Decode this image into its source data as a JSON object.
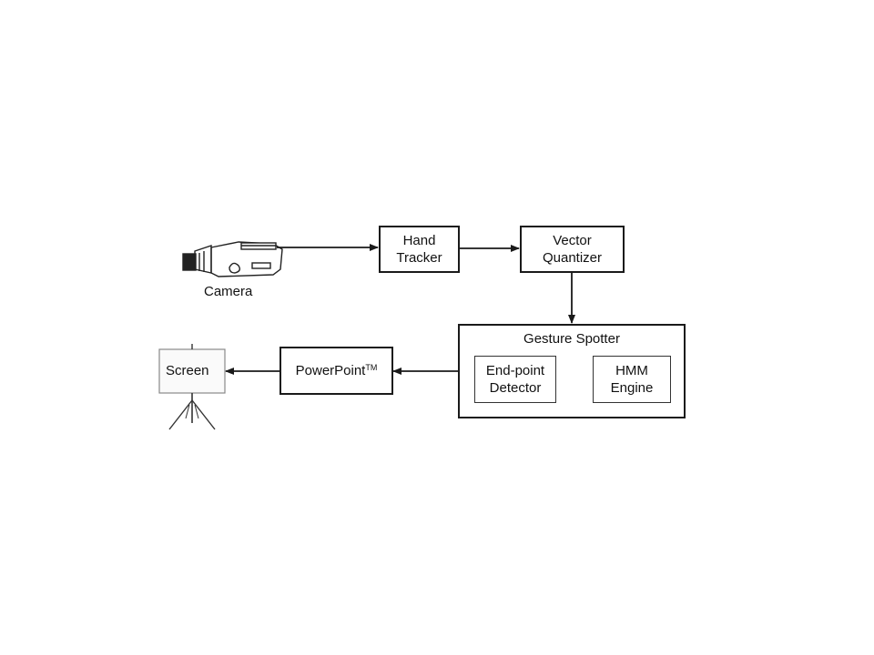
{
  "diagram": {
    "camera": {
      "label": "Camera",
      "icon": "video-camera-icon"
    },
    "hand_tracker": {
      "label": "Hand\nTracker"
    },
    "vector_quantizer": {
      "label": "Vector\nQuantizer"
    },
    "gesture_spotter": {
      "title": "Gesture Spotter",
      "endpoint_detector": {
        "label": "End-point\nDetector"
      },
      "hmm_engine": {
        "label": "HMM\nEngine"
      }
    },
    "powerpoint": {
      "label": "PowerPoint",
      "trademark": "TM"
    },
    "screen": {
      "label": "Screen",
      "icon": "projection-screen-icon"
    }
  },
  "colors": {
    "line": "#1a1a1a",
    "background": "#ffffff"
  }
}
